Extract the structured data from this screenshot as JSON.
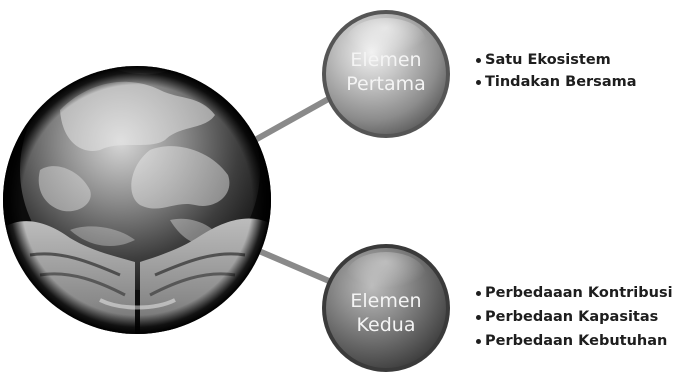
{
  "nodes": [
    {
      "id": "elemen-pertama",
      "label_lines": [
        "Elemen",
        "Pertama"
      ],
      "bullets": [
        "Satu Ekosistem",
        "Tindakan Bersama"
      ]
    },
    {
      "id": "elemen-kedua",
      "label_lines": [
        "Elemen",
        "Kedua"
      ],
      "bullets": [
        "Perbedaaan Kontribusi",
        "Perbedaan Kapasitas",
        "Perbedaan Kebutuhan"
      ]
    }
  ],
  "central_image": {
    "description_icon": "earth-in-hands-icon"
  },
  "colors": {
    "bubble_light": "#ececec",
    "bubble_mid": "#9a9a9a",
    "bubble_dark": "#4a4a4a",
    "connector": "#8a8a8a",
    "text_dark": "#1e1e1e",
    "globe_dark": "#1a1a1a"
  }
}
